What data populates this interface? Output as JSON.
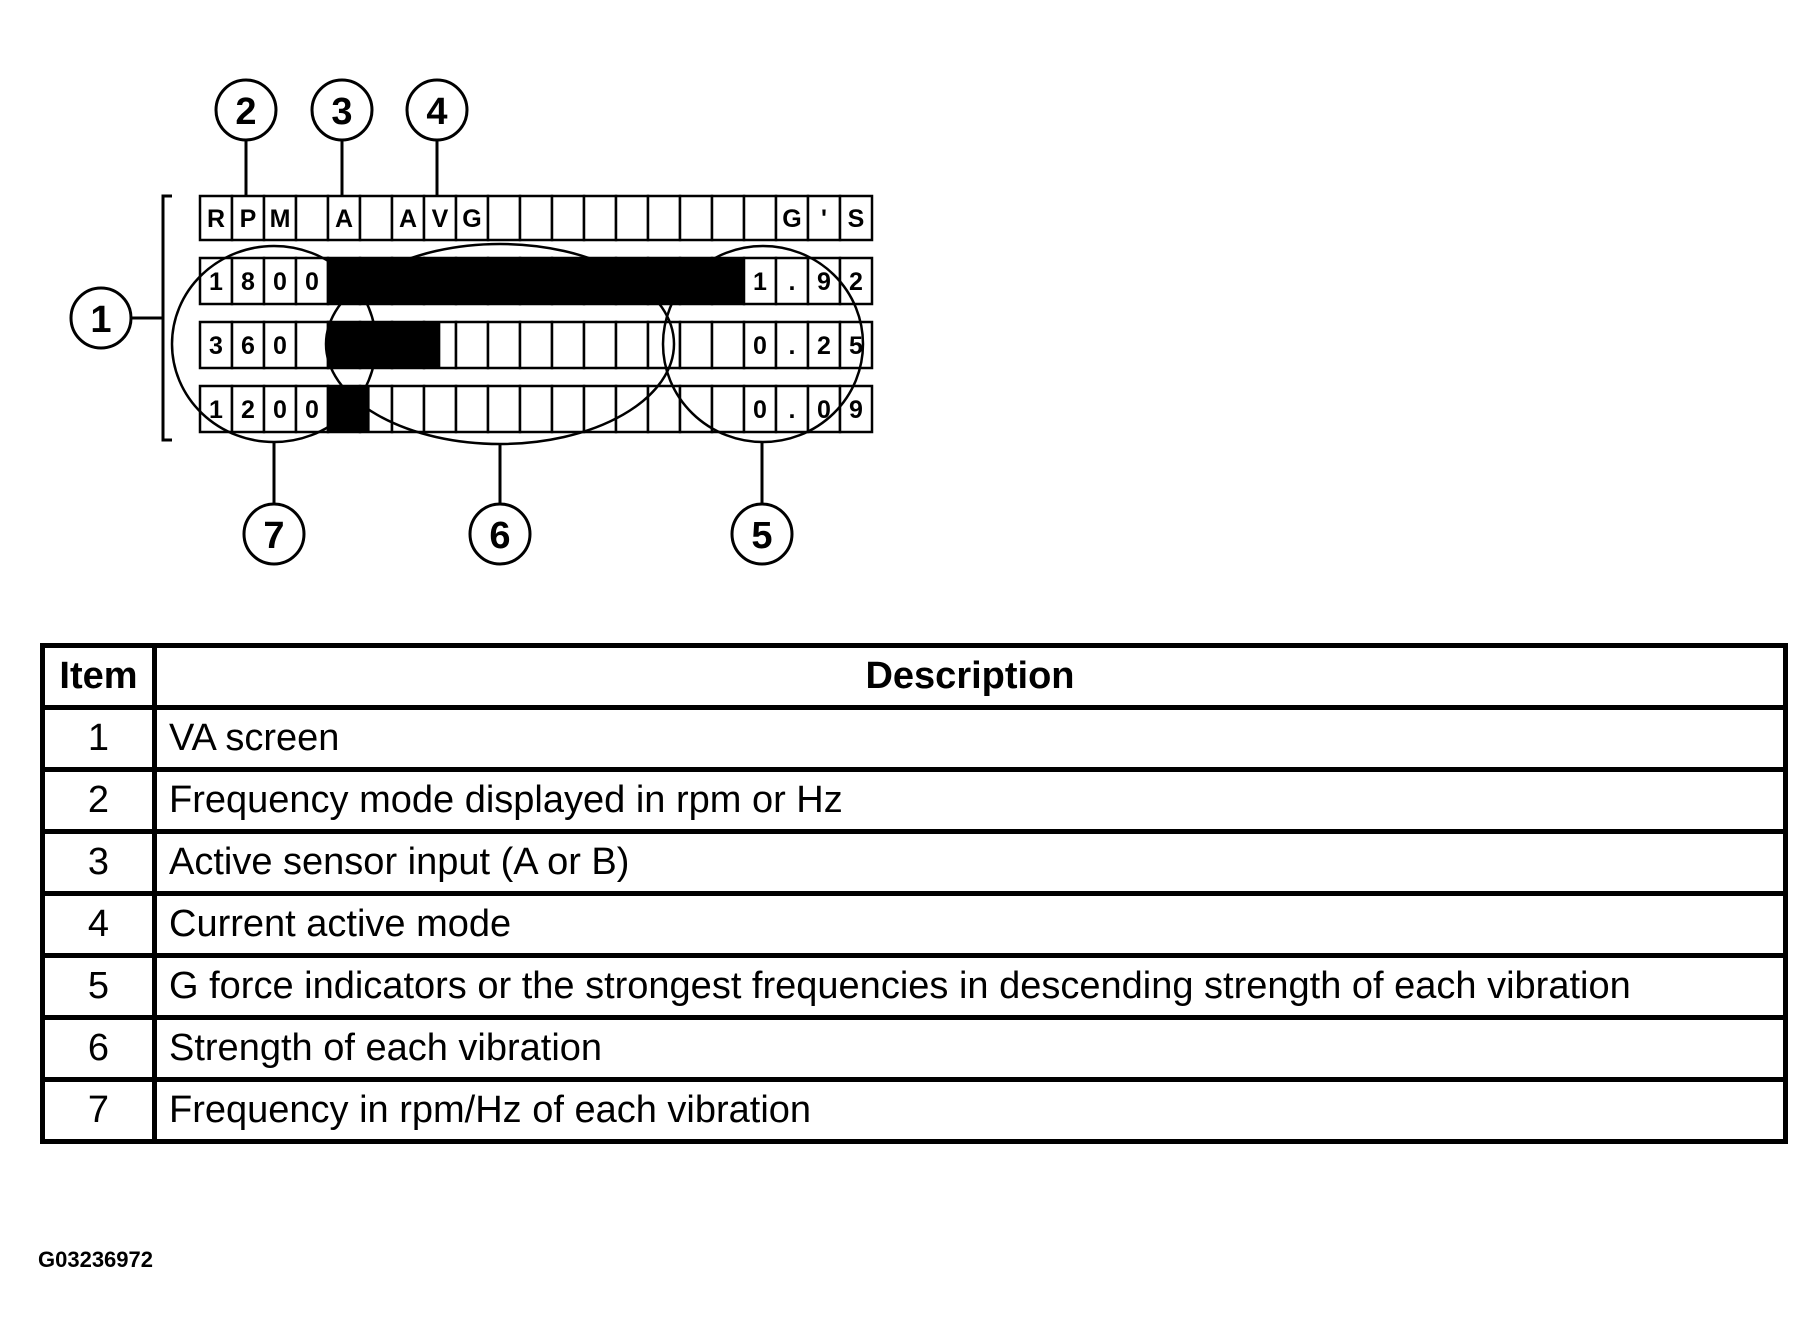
{
  "diagram": {
    "callouts": [
      "1",
      "2",
      "3",
      "4",
      "5",
      "6",
      "7"
    ],
    "header_cells": [
      "R",
      "P",
      "M",
      "",
      "A",
      "",
      "A",
      "V",
      "G",
      "",
      "",
      "",
      "",
      "",
      "",
      "",
      "",
      "",
      "G",
      "'",
      "S"
    ],
    "rows": [
      {
        "freq": [
          "1",
          "8",
          "0",
          "0"
        ],
        "bar_fill": 1.0,
        "gforce": [
          "1",
          ".",
          "9",
          "2"
        ]
      },
      {
        "freq": [
          "3",
          "6",
          "0",
          ""
        ],
        "bar_fill": 0.27,
        "gforce": [
          "0",
          ".",
          "2",
          "5"
        ]
      },
      {
        "freq": [
          "1",
          "2",
          "0",
          "0"
        ],
        "bar_fill": 0.1,
        "gforce": [
          "0",
          ".",
          "0",
          "9"
        ]
      }
    ]
  },
  "table": {
    "header_item": "Item",
    "header_description": "Description",
    "rows": [
      {
        "item": "1",
        "description": "VA screen"
      },
      {
        "item": "2",
        "description": "Frequency mode displayed in rpm or Hz"
      },
      {
        "item": "3",
        "description": "Active sensor input (A or B)"
      },
      {
        "item": "4",
        "description": "Current active mode"
      },
      {
        "item": "5",
        "description": "G force indicators or the strongest frequencies in descending strength of each vibration"
      },
      {
        "item": "6",
        "description": "Strength of each vibration"
      },
      {
        "item": "7",
        "description": "Frequency in rpm/Hz of each vibration"
      }
    ]
  },
  "figure_code": "G03236972"
}
